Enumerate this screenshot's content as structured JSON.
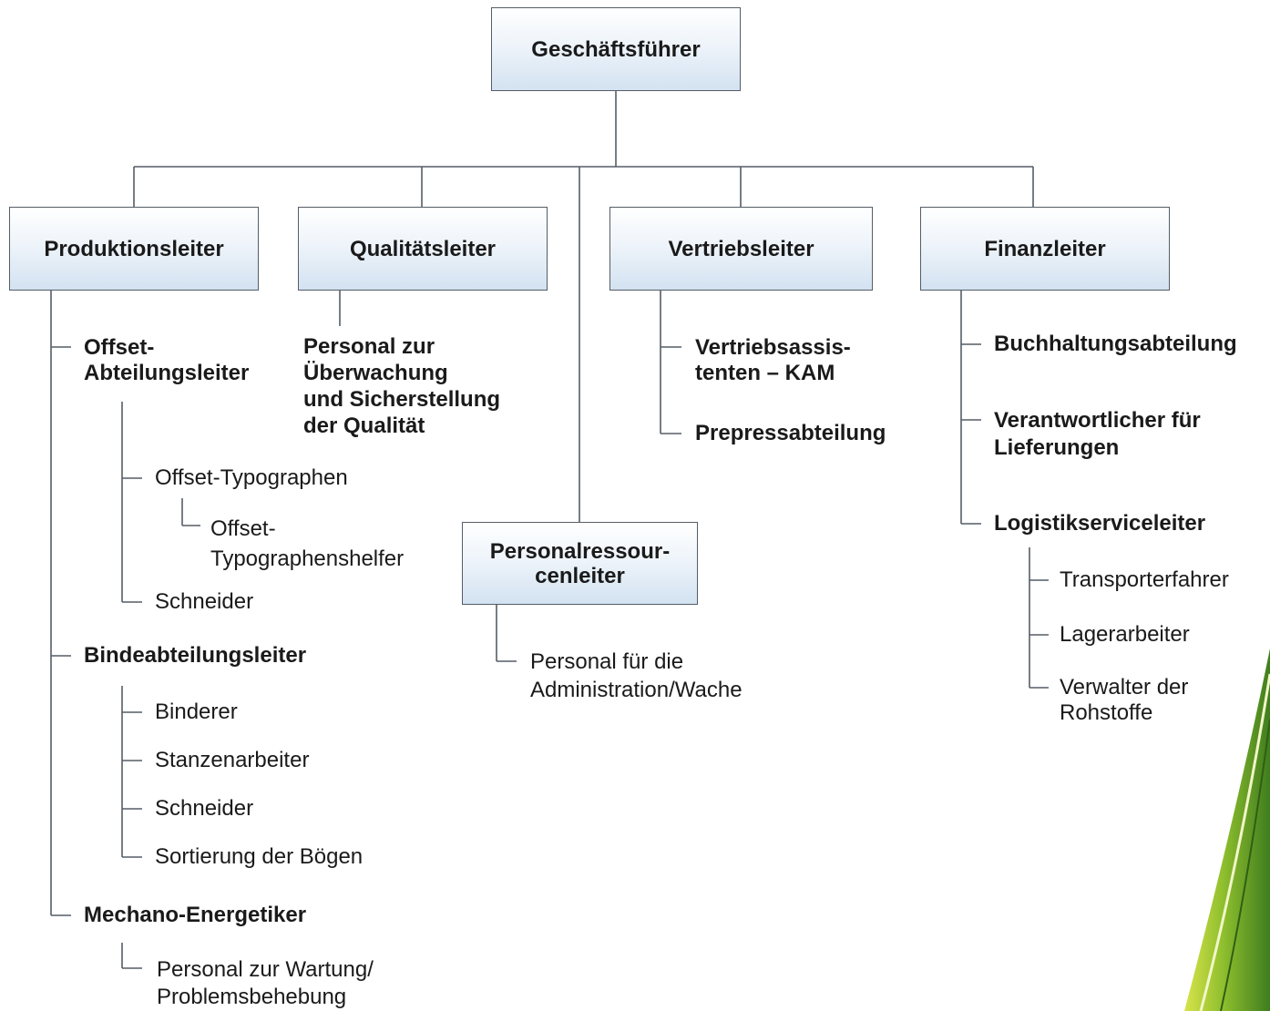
{
  "root": "Geschäftsführer",
  "managers": {
    "produktion": "Produktionsleiter",
    "qualitaet": "Qualitätsleiter",
    "vertrieb": "Vertriebsleiter",
    "finanz": "Finanzleiter",
    "personal_l1": "Personalressour-",
    "personal_l2": "cenleiter"
  },
  "produktion": {
    "offset_l1": "Offset-",
    "offset_l2": "Abteilungsleiter",
    "offset_typographen": "Offset-Typographen",
    "typographenshelfer_l1": "Offset-",
    "typographenshelfer_l2": "Typographenshelfer",
    "schneider_1": "Schneider",
    "binde": "Bindeabteilungsleiter",
    "binderer": "Binderer",
    "stanzenarbeiter": "Stanzenarbeiter",
    "schneider_2": "Schneider",
    "sortierung": "Sortierung der Bögen",
    "mechano": "Mechano-Energetiker",
    "wartung_l1": "Personal zur Wartung/",
    "wartung_l2": "Problemsbehebung"
  },
  "qualitaet": {
    "l1": "Personal zur",
    "l2": "Überwachung",
    "l3": "und Sicherstellung",
    "l4": "der Qualität"
  },
  "personal": {
    "l1": "Personal für die",
    "l2": "Administration/Wache"
  },
  "vertrieb": {
    "assist_l1": "Vertriebsassis-",
    "assist_l2": "tenten – KAM",
    "prepress": "Prepressabteilung"
  },
  "finanz": {
    "buchhaltung": "Buchhaltungsabteilung",
    "lieferungen_l1": "Verantwortlicher für",
    "lieferungen_l2": "Lieferungen",
    "logistik": "Logistikserviceleiter",
    "transporter": "Transporterfahrer",
    "lager": "Lagerarbeiter",
    "rohstoffe_l1": "Verwalter der",
    "rohstoffe_l2": "Rohstoffe"
  },
  "colors": {
    "line": "#555d66",
    "box_top": "#ffffff",
    "box_bottom": "#d3e2f1",
    "swoosh_light": "#d7e34a",
    "swoosh_dark": "#3f7d1e"
  }
}
